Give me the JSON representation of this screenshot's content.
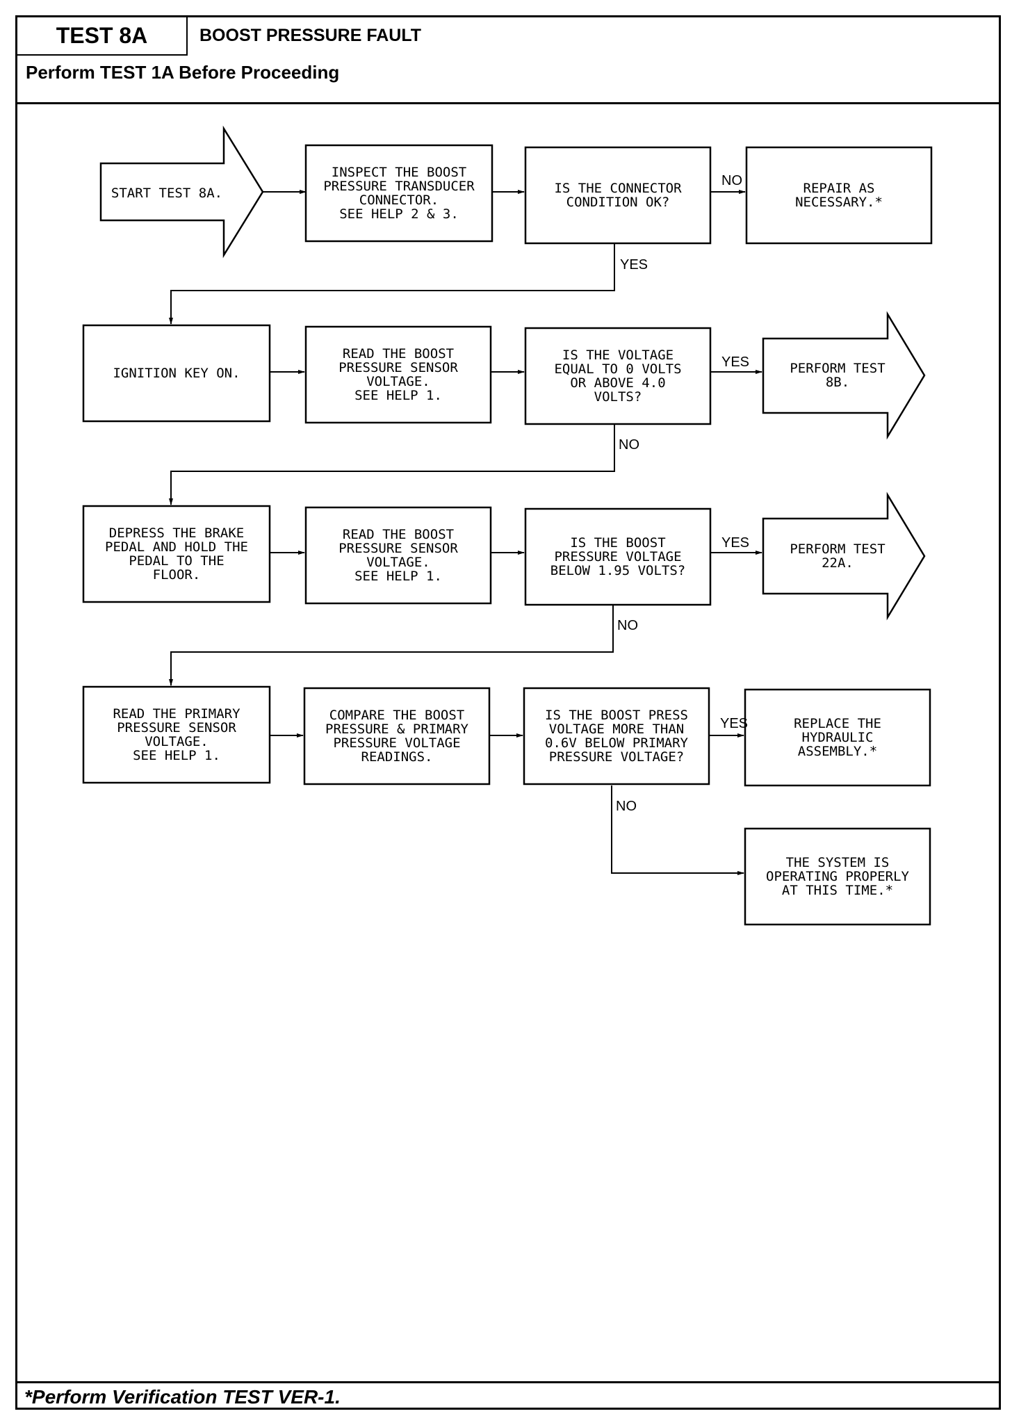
{
  "header": {
    "test_id": "TEST 8A",
    "title": "BOOST PRESSURE FAULT",
    "prerequisite": "Perform TEST 1A Before Proceeding"
  },
  "footer": {
    "note": "*Perform Verification TEST VER-1."
  },
  "flowchart": {
    "nodes": {
      "start": "START TEST 8A.",
      "inspect_connector": [
        "INSPECT THE BOOST",
        "PRESSURE TRANSDUCER",
        "CONNECTOR.",
        "SEE HELP 2 & 3."
      ],
      "connector_ok": [
        "IS THE CONNECTOR",
        "CONDITION OK?"
      ],
      "repair": [
        "REPAIR AS",
        "NECESSARY.*"
      ],
      "ignition_on": "IGNITION KEY ON.",
      "read_boost_1": [
        "READ THE BOOST",
        "PRESSURE SENSOR",
        "VOLTAGE.",
        "SEE HELP 1."
      ],
      "voltage_check": [
        "IS THE VOLTAGE",
        "EQUAL TO 0 VOLTS",
        "OR ABOVE 4.0",
        "VOLTS?"
      ],
      "perform_8b": [
        "PERFORM TEST",
        "8B."
      ],
      "depress_brake": [
        "DEPRESS THE BRAKE",
        "PEDAL AND HOLD THE",
        "PEDAL TO THE",
        "FLOOR."
      ],
      "read_boost_2": [
        "READ THE BOOST",
        "PRESSURE SENSOR",
        "VOLTAGE.",
        "SEE HELP 1."
      ],
      "boost_below": [
        "IS THE BOOST",
        "PRESSURE VOLTAGE",
        "BELOW 1.95 VOLTS?"
      ],
      "perform_22a": [
        "PERFORM TEST",
        "22A."
      ],
      "read_primary": [
        "READ THE PRIMARY",
        "PRESSURE SENSOR",
        "VOLTAGE.",
        "SEE HELP 1."
      ],
      "compare": [
        "COMPARE THE BOOST",
        "PRESSURE & PRIMARY",
        "PRESSURE VOLTAGE",
        "READINGS."
      ],
      "boost_vs_primary": [
        "IS THE BOOST PRESS",
        "VOLTAGE MORE THAN",
        "0.6V BELOW PRIMARY",
        "PRESSURE VOLTAGE?"
      ],
      "replace_hydraulic": [
        "REPLACE THE",
        "HYDRAULIC",
        "ASSEMBLY.*"
      ],
      "system_ok": [
        "THE SYSTEM IS",
        "OPERATING PROPERLY",
        "AT THIS TIME.*"
      ]
    },
    "edge_labels": {
      "connector_no": "NO",
      "connector_yes": "YES",
      "voltage_yes": "YES",
      "voltage_no": "NO",
      "boost_yes": "YES",
      "boost_no": "NO",
      "compare_yes": "YES",
      "compare_no": "NO"
    }
  }
}
